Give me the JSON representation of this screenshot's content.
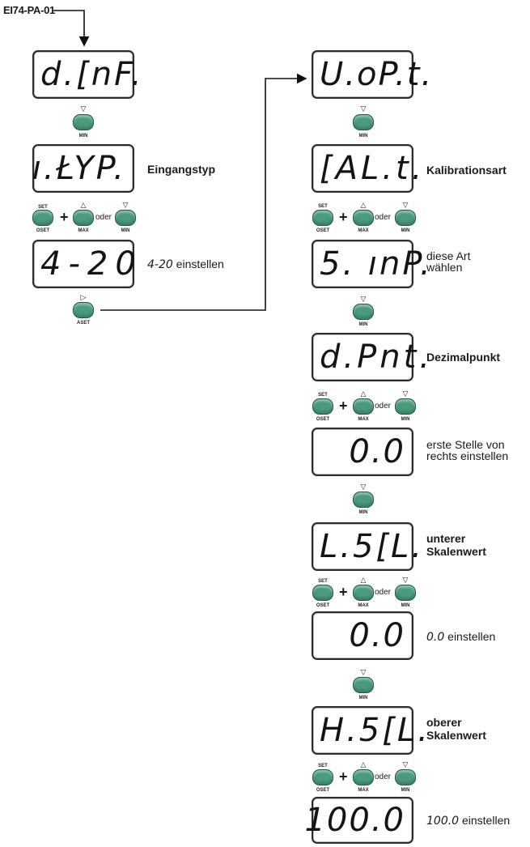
{
  "device_id": "EI74-PA-01",
  "buttons": {
    "min": "MIN",
    "max": "MAX",
    "set": "SET",
    "oset": "OSET",
    "aset": "ASET",
    "oder": "oder",
    "plus": "+",
    "up_symbol": "△",
    "down_symbol": "▽",
    "right_symbol": "▷"
  },
  "left_column": {
    "displays": [
      "d.[nF.",
      "ı.ŁYP.",
      "4-20"
    ],
    "labels": {
      "eingangstyp": "Eingangstyp",
      "setting_value": "4-20",
      "setting_text": "einstellen"
    }
  },
  "right_column": {
    "displays": [
      "U.oP.t.",
      "[AL.t.",
      "5. ınP.",
      "d.Pnt.",
      "0.0",
      "L.5[L.",
      "0.0",
      "H.5[L.",
      "100.0"
    ],
    "labels": {
      "kalibrationsart": "Kalibrationsart",
      "diese_art_1": "diese Art",
      "diese_art_2": "wählen",
      "dezimalpunkt": "Dezimalpunkt",
      "erste_stelle_1": "erste Stelle von",
      "erste_stelle_2": "rechts einstellen",
      "unterer_1": "unterer",
      "unterer_2": "Skalenwert",
      "low_value": "0.0",
      "low_text": "einstellen",
      "oberer_1": "oberer",
      "oberer_2": "Skalenwert",
      "high_value": "100.0",
      "high_text": "einstellen"
    }
  }
}
